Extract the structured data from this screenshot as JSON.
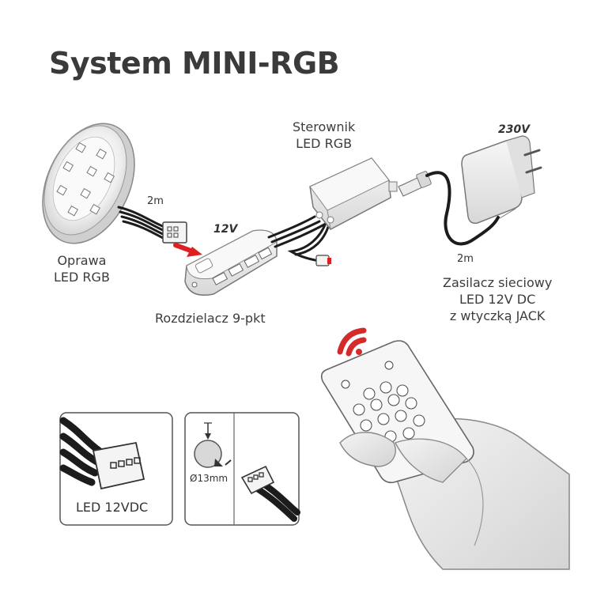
{
  "title": "System MINI-RGB",
  "components": {
    "fixture": {
      "line1": "Oprawa",
      "line2": "LED RGB"
    },
    "controller": {
      "line1": "Sterownik",
      "line2": "LED RGB"
    },
    "splitter": {
      "label": "Rozdzielacz 9-pkt"
    },
    "power_supply": {
      "line1": "Zasilacz sieciowy",
      "line2": "LED 12V DC",
      "line3": "z wtyczką JACK"
    }
  },
  "voltages": {
    "mains": "230V",
    "dc": "12V"
  },
  "cable_lengths": {
    "fixture_cable": "2m",
    "psu_cable": "2m"
  },
  "details": {
    "connector_label": "LED 12VDC",
    "hole_diameter": "Ø13mm"
  },
  "colors": {
    "arrow_red": "#e02020",
    "signal_red": "#d42a2a",
    "cable_black": "#1c1c1c",
    "outline_gray": "#8a8a8a"
  }
}
